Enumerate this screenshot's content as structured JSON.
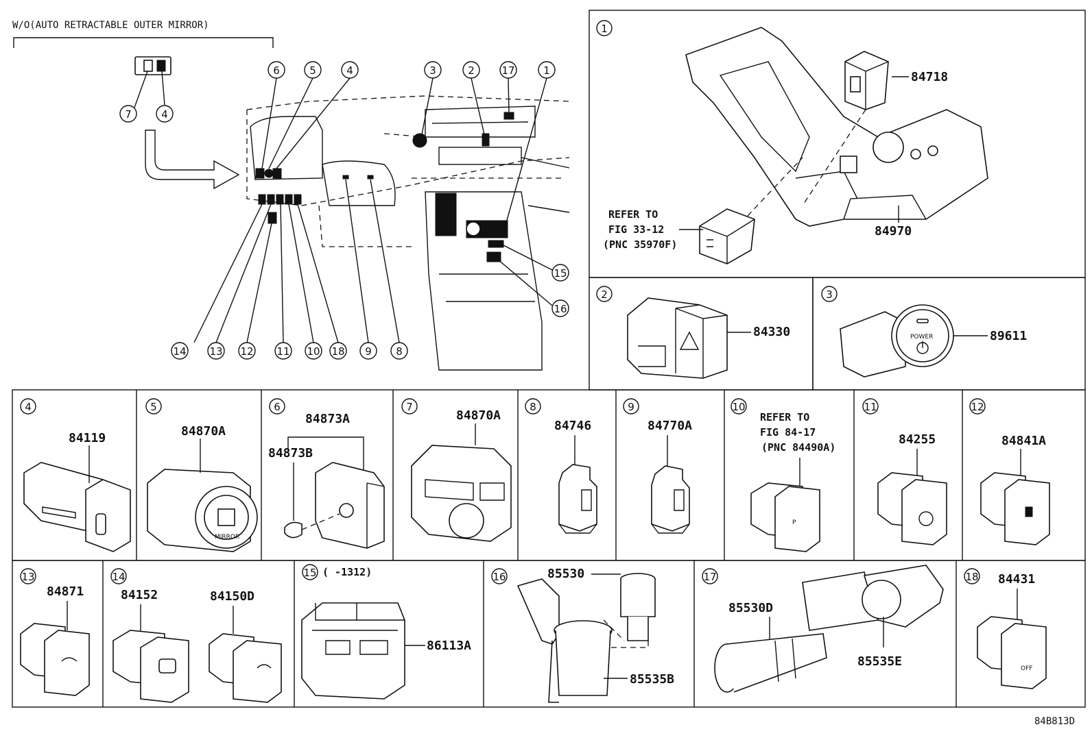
{
  "header_note": "W/O(AUTO RETRACTABLE OUTER MIRROR)",
  "drawing_code": "84B813D",
  "overview_callouts": [
    "7",
    "4",
    "6",
    "5",
    "4",
    "3",
    "2",
    "17",
    "1",
    "14",
    "13",
    "12",
    "11",
    "10",
    "18",
    "9",
    "8",
    "15",
    "16"
  ],
  "panels": {
    "p1": {
      "num": "1",
      "parts": [
        "84718",
        "84970"
      ],
      "note": [
        "REFER TO",
        "FIG 33-12",
        "(PNC 35970F)"
      ]
    },
    "p2": {
      "num": "2",
      "parts": [
        "84330"
      ]
    },
    "p3": {
      "num": "3",
      "parts": [
        "89611"
      ],
      "label": "POWER"
    },
    "p4": {
      "num": "4",
      "parts": [
        "84119"
      ]
    },
    "p5": {
      "num": "5",
      "parts": [
        "84870A"
      ],
      "label": "MIRROR"
    },
    "p6": {
      "num": "6",
      "parts": [
        "84873A",
        "84873B"
      ]
    },
    "p7": {
      "num": "7",
      "parts": [
        "84870A"
      ]
    },
    "p8": {
      "num": "8",
      "parts": [
        "84746"
      ]
    },
    "p9": {
      "num": "9",
      "parts": [
        "84770A"
      ]
    },
    "p10": {
      "num": "10",
      "note": [
        "REFER TO",
        "FIG 84-17",
        "(PNC 84490A)"
      ]
    },
    "p11": {
      "num": "11",
      "parts": [
        "84255"
      ]
    },
    "p12": {
      "num": "12",
      "parts": [
        "84841A"
      ]
    },
    "p13": {
      "num": "13",
      "parts": [
        "84871"
      ]
    },
    "p14": {
      "num": "14",
      "parts": [
        "84152",
        "84150D"
      ]
    },
    "p15": {
      "num": "15",
      "parts": [
        "86113A"
      ],
      "note": "(    -1312)"
    },
    "p16": {
      "num": "16",
      "parts": [
        "85530",
        "85535B"
      ]
    },
    "p17": {
      "num": "17",
      "parts": [
        "85530D",
        "85535E"
      ]
    },
    "p18": {
      "num": "18",
      "parts": [
        "84431"
      ],
      "label": "OFF"
    }
  }
}
